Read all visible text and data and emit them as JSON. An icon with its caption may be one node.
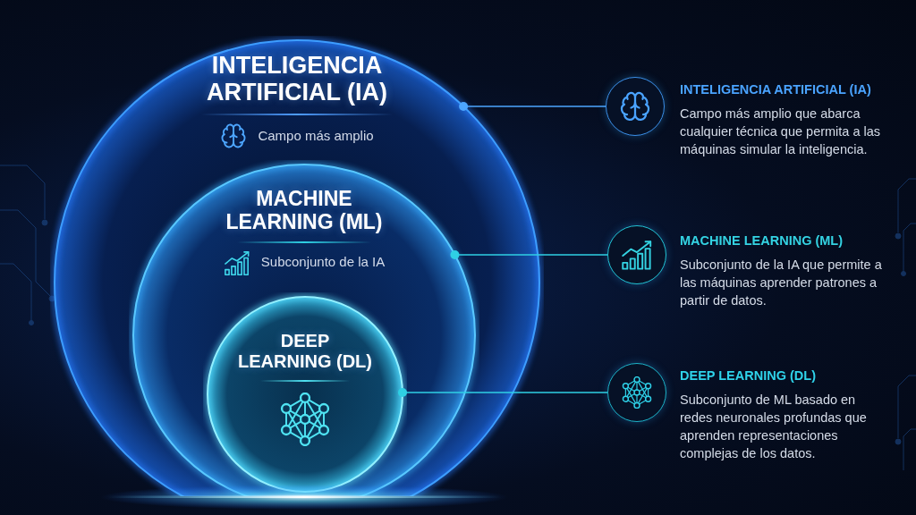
{
  "diagram": {
    "nodes": [
      {
        "text": [
          "INTELIGENCIA ARTIFICIAL (IA)",
          "Campo más amplio"
        ]
      },
      {
        "text": [
          "MACHINE LEARNING (ML)",
          "Subconjunto de la IA"
        ],
        "in": 0
      },
      {
        "text": [
          "DEEP LEARNING (DL)"
        ],
        "in": 1
      },
      {
        "text": [],
        "shape": "circle",
        "beside": [
          "INTELIGENCIA ARTIFICIAL (IA)",
          "Campo más amplio que abarca cualquier técnica que permita a las máquinas simular la inteligencia."
        ]
      },
      {
        "text": [],
        "shape": "circle",
        "beside": [
          "MACHINE LEARNING (ML)",
          "Subconjunto de la IA que permite a las máquinas aprender patrones a partir de datos."
        ]
      },
      {
        "text": [],
        "shape": "circle",
        "beside": [
          "DEEP LEARNING (DL)",
          "Subconjunto de ML basado en redes neuronales profundas que aprenden representaciones complejas de los datos."
        ]
      }
    ],
    "edges": [
      {
        "from": 0,
        "to": 3,
        "arrow": "other",
        "color": "#4da6ff"
      },
      {
        "from": 1,
        "to": 4,
        "arrow": "other"
      },
      {
        "from": 2,
        "to": 5,
        "arrow": "other"
      }
    ]
  }
}
